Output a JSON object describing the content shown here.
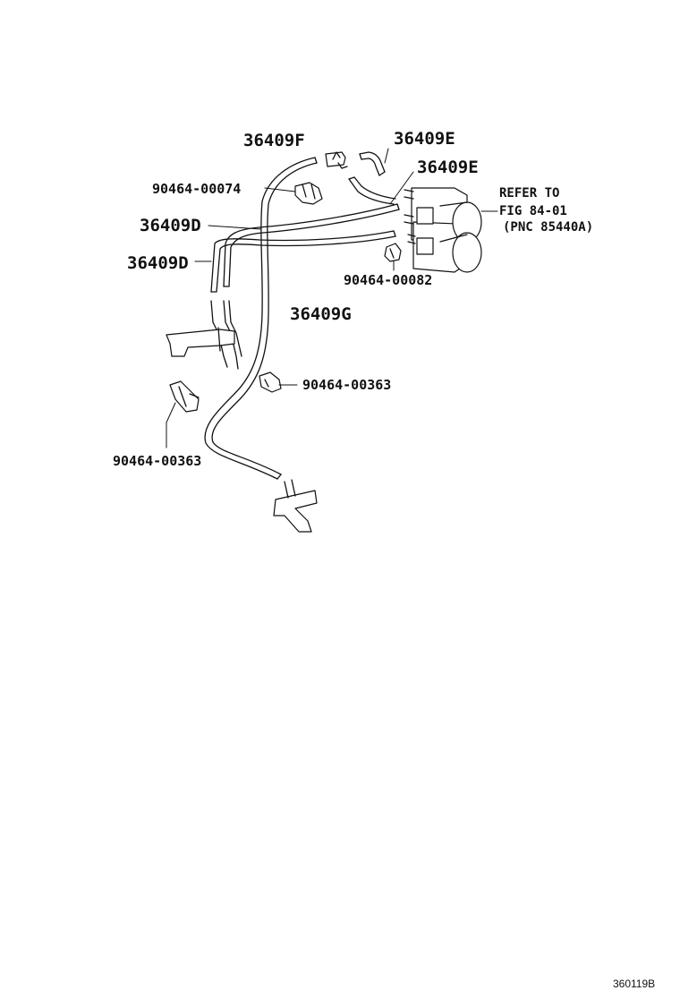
{
  "diagram": {
    "parts": {
      "hose_36409F": "36409F",
      "hose_36409E_top": "36409E",
      "hose_36409E_mid": "36409E",
      "clip_90464_00074": "90464-00074",
      "hose_36409D_upper": "36409D",
      "hose_36409D_lower": "36409D",
      "clip_90464_00082": "90464-00082",
      "hose_36409G": "36409G",
      "clip_90464_00363_right": "90464-00363",
      "clip_90464_00363_left": "90464-00363"
    },
    "reference": {
      "line1": "REFER TO",
      "line2": "FIG 84-01",
      "line3": "(PNC 85440A)"
    },
    "figure_code": "360119B"
  }
}
